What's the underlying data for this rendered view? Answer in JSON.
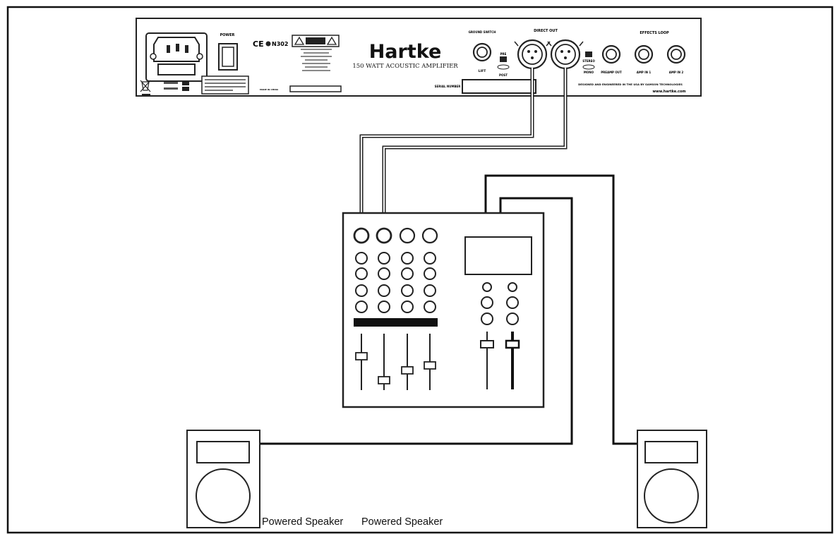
{
  "amp": {
    "brand": "Hartke",
    "subtitle": "150 WATT ACOUSTIC AMPLIFIER",
    "power_label": "POWER",
    "ce_mark": "CE",
    "cert_code": "N302",
    "direct_out_label": "DIRECT OUT",
    "effects_loop_label": "EFFECTS LOOP",
    "ground_switch_label": "GROUND SWITCH",
    "preamp_out_label": "PREAMP OUT",
    "amp_in_1_label": "AMP IN 1",
    "amp_in_2_label": "AMP IN 2",
    "serial_label": "SERIAL NUMBER",
    "pre_label": "PRE",
    "post_label": "POST",
    "stereo_label": "STEREO",
    "mono_label": "MONO",
    "lift_label": "LIFT",
    "designed_text": "DESIGNED AND ENGINEERED IN THE USA BY SAMSON TECHNOLOGIES",
    "url": "www.hartke.com",
    "made_in": "MADE IN CHINA"
  },
  "speakers": {
    "left_label": "Powered Speaker",
    "right_label": "Powered Speaker"
  }
}
